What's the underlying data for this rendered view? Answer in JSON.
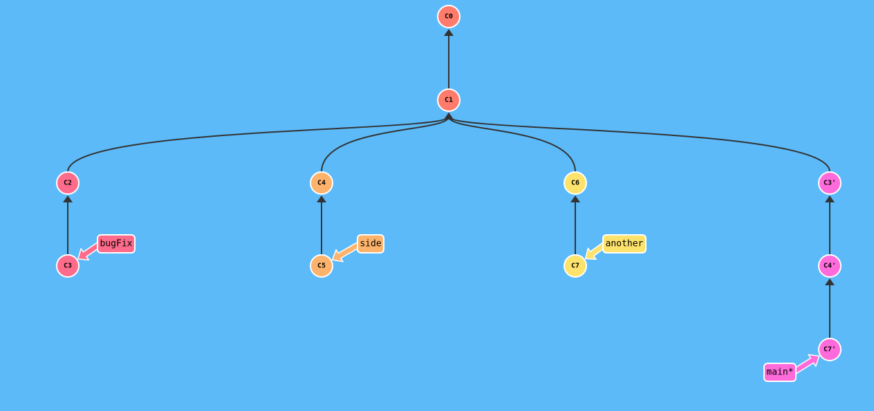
{
  "commits": [
    {
      "id": "C0",
      "label": "C0",
      "color": "#ff7b6b",
      "parent": null
    },
    {
      "id": "C1",
      "label": "C1",
      "color": "#ff7b6b",
      "parent": "C0"
    },
    {
      "id": "C2",
      "label": "C2",
      "color": "#ff6b8b",
      "parent": "C1"
    },
    {
      "id": "C3",
      "label": "C3",
      "color": "#ff6b8b",
      "parent": "C2"
    },
    {
      "id": "C4",
      "label": "C4",
      "color": "#fdb36b",
      "parent": "C1"
    },
    {
      "id": "C5",
      "label": "C5",
      "color": "#fdb36b",
      "parent": "C4"
    },
    {
      "id": "C6",
      "label": "C6",
      "color": "#fde36b",
      "parent": "C1"
    },
    {
      "id": "C7",
      "label": "C7",
      "color": "#fde36b",
      "parent": "C6"
    },
    {
      "id": "C3p",
      "label": "C3'",
      "color": "#ff6bdb",
      "parent": "C1"
    },
    {
      "id": "C4p",
      "label": "C4'",
      "color": "#ff6bdb",
      "parent": "C3p"
    },
    {
      "id": "C7p",
      "label": "C7'",
      "color": "#ff6bdb",
      "parent": "C4p"
    }
  ],
  "branches": [
    {
      "name": "bugFix",
      "target": "C3",
      "color": "#ff6b8b",
      "current": false
    },
    {
      "name": "side",
      "target": "C5",
      "color": "#fdb36b",
      "current": false
    },
    {
      "name": "another",
      "target": "C7",
      "color": "#fde36b",
      "current": false
    },
    {
      "name": "main*",
      "target": "C7p",
      "color": "#ff6bdb",
      "current": true
    }
  ]
}
